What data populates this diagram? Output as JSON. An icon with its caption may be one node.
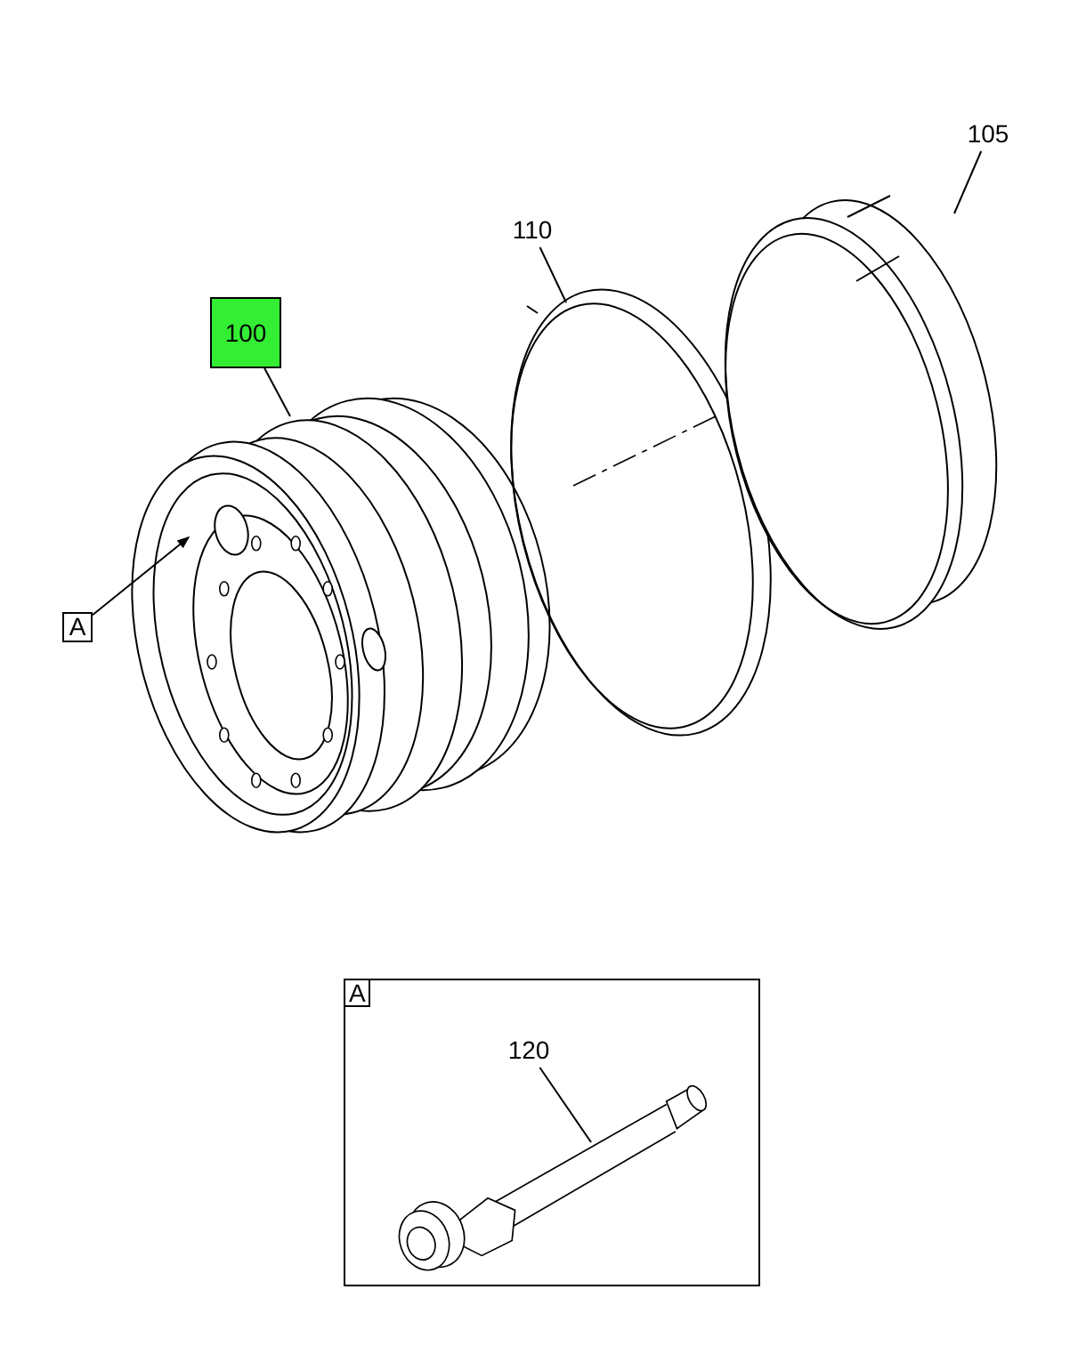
{
  "diagram": {
    "nodes": [
      {
        "text": [
          "100"
        ]
      },
      {
        "text": [],
        "shape": "picture"
      },
      {
        "text": [
          "110"
        ]
      },
      {
        "text": [],
        "shape": "picture"
      },
      {
        "text": [
          "105"
        ]
      },
      {
        "text": [],
        "shape": "picture"
      },
      {
        "text": [
          "A"
        ]
      },
      {
        "text": [
          "A"
        ]
      },
      {
        "text": [
          "120"
        ],
        "in": 7
      },
      {
        "text": [],
        "shape": "picture",
        "in": 7
      }
    ],
    "edges": [
      {
        "from": 0,
        "to": 1,
        "arrow": "none"
      },
      {
        "from": 2,
        "to": 3,
        "arrow": "none"
      },
      {
        "from": 4,
        "to": 5,
        "arrow": "none"
      },
      {
        "from": 6,
        "to": 1,
        "arrow": "to"
      },
      {
        "from": 8,
        "to": 9,
        "arrow": "none"
      }
    ]
  }
}
